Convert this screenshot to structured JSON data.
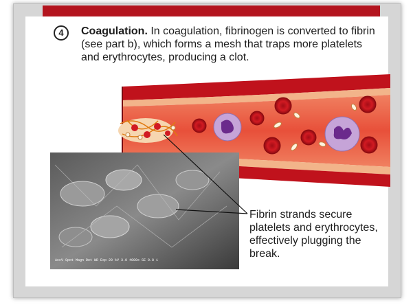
{
  "step": {
    "number": "4",
    "title": "Coagulation.",
    "text": "In coagulation, fibrinogen is converted to fibrin (see part b), which forms a mesh that traps more platelets and erythrocytes, producing a clot."
  },
  "callout": {
    "text": "Fibrin strands secure platelets and erythrocytes, effectively plugging the break."
  },
  "micrograph": {
    "scale_text": "AccV Spot Magn Det WD Exp 20 kV 3.0 4000x SE 9.8 1"
  },
  "colors": {
    "header_bar": "#b3141e",
    "vessel_wall": "#c0121c",
    "vessel_wall_inner": "#f2b48a",
    "lumen": "#e8503a",
    "erythrocyte": "#d11a22",
    "leukocyte": "#c6a4d8",
    "leukocyte_nucleus": "#6b2a8c",
    "fibrin": "#e07a10"
  }
}
